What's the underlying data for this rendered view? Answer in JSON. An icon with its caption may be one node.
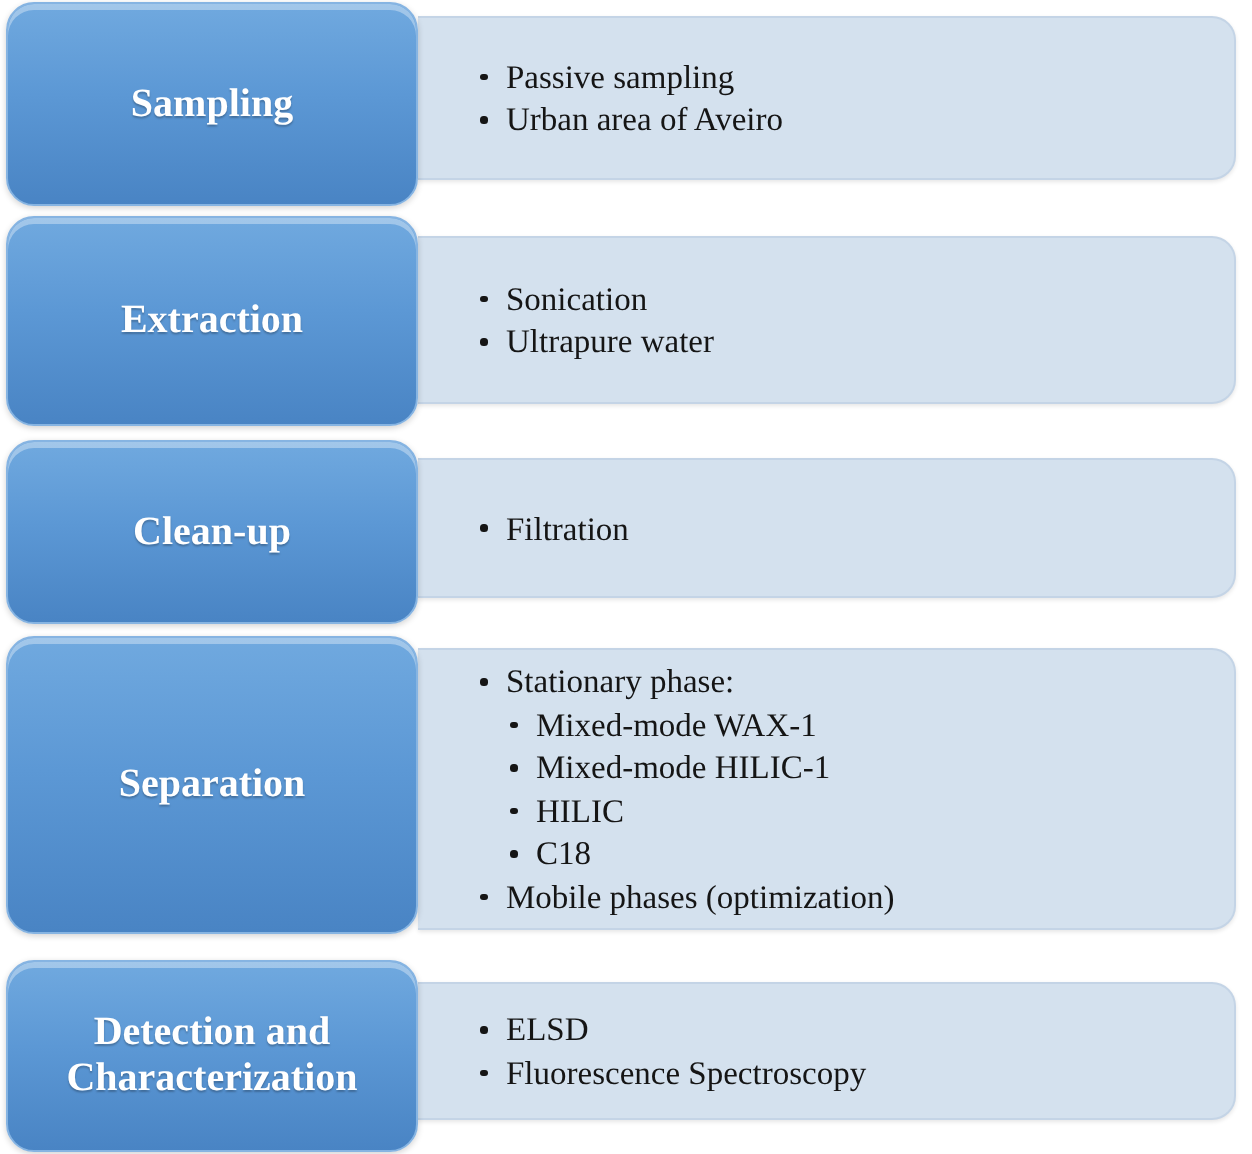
{
  "diagram": {
    "nodes": [
      {
        "text": [
          "Sampling"
        ]
      },
      {
        "text": [
          "Passive sampling",
          "Urban area of Aveiro"
        ]
      },
      {
        "text": [
          "Extraction"
        ]
      },
      {
        "text": [
          "Sonication",
          "Ultrapure water"
        ]
      },
      {
        "text": [
          "Clean-up"
        ]
      },
      {
        "text": [
          "Filtration"
        ]
      },
      {
        "text": [
          "Separation"
        ]
      },
      {
        "text": [
          "Stationary phase:",
          "Mixed-mode WAX-1",
          "Mixed-mode HILIC-1",
          "HILIC",
          "C18",
          "Mobile phases (optimization)"
        ]
      },
      {
        "text": [
          "Detection and Characterization"
        ]
      },
      {
        "text": [
          "ELSD",
          "Fluorescence Spectroscopy"
        ]
      }
    ]
  }
}
